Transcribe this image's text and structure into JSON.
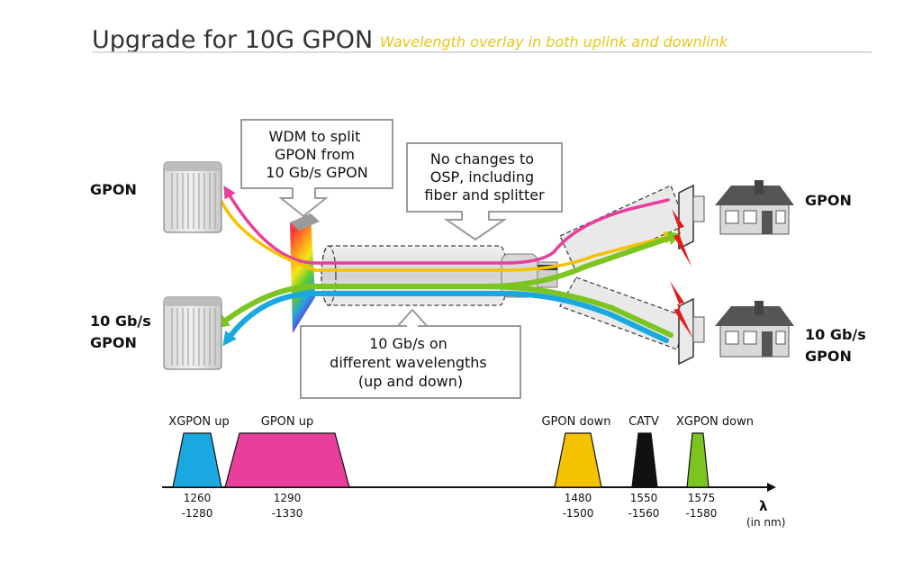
{
  "header": {
    "title": "Upgrade for 10G GPON",
    "subtitle": "Wavelength overlay in both uplink and downlink"
  },
  "colors": {
    "pink": "#e83e9c",
    "yellow": "#f5c200",
    "green": "#7cc520",
    "blue": "#1aa8e0",
    "black": "#111111",
    "subtitle": "#e6c619",
    "box_border": "#9a9a9a"
  },
  "labels": {
    "left_gpon": "GPON",
    "left_10g_line1": "10 Gb/s",
    "left_10g_line2": "GPON",
    "right_gpon": "GPON",
    "right_10g_line1": "10 Gb/s",
    "right_10g_line2": "GPON"
  },
  "callouts": {
    "wdm": [
      "WDM to split",
      "GPON from",
      "10 Gb/s GPON"
    ],
    "osp": [
      "No changes to",
      "OSP, including",
      "fiber and splitter"
    ],
    "wavelengths": [
      "10 Gb/s on",
      "different wavelengths",
      "(up and down)"
    ]
  },
  "icons": {
    "olt": "olt-cabinet-icon",
    "house": "house-icon",
    "onu": "onu-icon",
    "lightning": "lightning-icon"
  },
  "spectrum": {
    "axis_symbol": "λ",
    "axis_unit": "(in nm)",
    "bands": [
      {
        "name": "XGPON up",
        "range": [
          "1260",
          "-1280"
        ],
        "start": 1260,
        "end": 1280,
        "color": "#1aa8e0"
      },
      {
        "name": "GPON up",
        "range": [
          "1290",
          "-1330"
        ],
        "start": 1290,
        "end": 1330,
        "color": "#e83e9c"
      },
      {
        "name": "GPON down",
        "range": [
          "1480",
          "-1500"
        ],
        "start": 1480,
        "end": 1500,
        "color": "#f5c200"
      },
      {
        "name": "CATV",
        "range": [
          "1550",
          "-1560"
        ],
        "start": 1550,
        "end": 1560,
        "color": "#111111"
      },
      {
        "name": "XGPON down",
        "range": [
          "1575",
          "-1580"
        ],
        "start": 1575,
        "end": 1580,
        "color": "#7cc520"
      }
    ]
  }
}
